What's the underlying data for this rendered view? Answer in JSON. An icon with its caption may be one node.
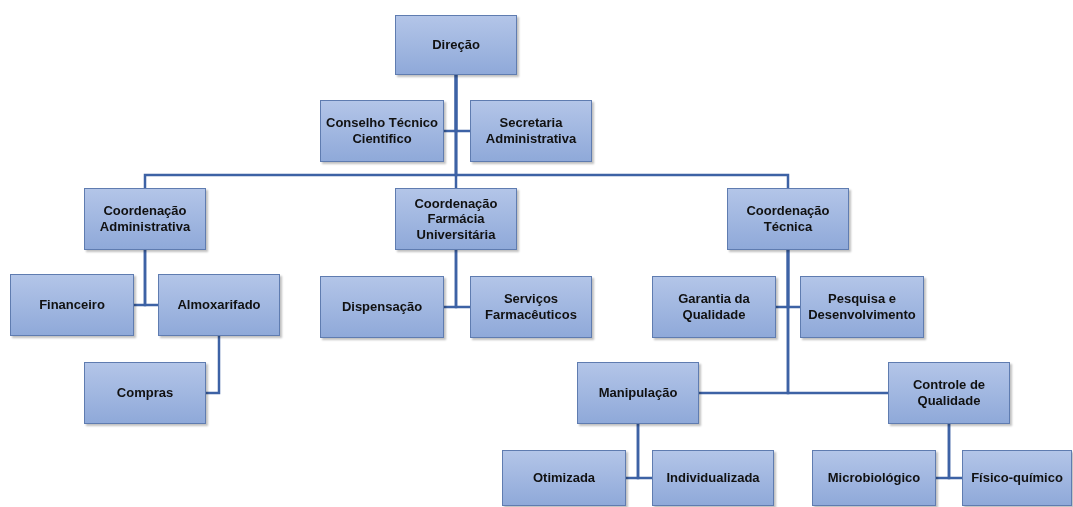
{
  "diagram": {
    "nodes": [
      {
        "text": [
          "Direção"
        ]
      },
      {
        "text": [
          "Conselho Técnico Cientifico"
        ]
      },
      {
        "text": [
          "Secretaria Administrativa"
        ]
      },
      {
        "text": [
          "Coordenação Administrativa"
        ]
      },
      {
        "text": [
          "Coordenação Farmácia Universitária"
        ]
      },
      {
        "text": [
          "Coordenação Técnica"
        ]
      },
      {
        "text": [
          "Financeiro"
        ]
      },
      {
        "text": [
          "Almoxarifado"
        ]
      },
      {
        "text": [
          "Dispensação"
        ]
      },
      {
        "text": [
          "Serviços Farmacêuticos"
        ]
      },
      {
        "text": [
          "Garantia da Qualidade"
        ]
      },
      {
        "text": [
          "Pesquisa e Desenvolvimento"
        ]
      },
      {
        "text": [
          "Compras"
        ]
      },
      {
        "text": [
          "Manipulação"
        ]
      },
      {
        "text": [
          "Controle de Qualidade"
        ]
      },
      {
        "text": [
          "Otimizada"
        ]
      },
      {
        "text": [
          "Individualizada"
        ]
      },
      {
        "text": [
          "Microbiológico"
        ]
      },
      {
        "text": [
          "Físico-químico"
        ]
      }
    ],
    "edges": [
      {
        "from": 0,
        "to": 1,
        "arrow": "none"
      },
      {
        "from": 0,
        "to": 2,
        "arrow": "none"
      },
      {
        "from": 0,
        "to": 3,
        "arrow": "none"
      },
      {
        "from": 0,
        "to": 4,
        "arrow": "none"
      },
      {
        "from": 0,
        "to": 5,
        "arrow": "none"
      },
      {
        "from": 3,
        "to": 6,
        "arrow": "none"
      },
      {
        "from": 3,
        "to": 7,
        "arrow": "none"
      },
      {
        "from": 7,
        "to": 12,
        "arrow": "none"
      },
      {
        "from": 4,
        "to": 8,
        "arrow": "none"
      },
      {
        "from": 4,
        "to": 9,
        "arrow": "none"
      },
      {
        "from": 5,
        "to": 10,
        "arrow": "none"
      },
      {
        "from": 5,
        "to": 11,
        "arrow": "none"
      },
      {
        "from": 5,
        "to": 13,
        "arrow": "none"
      },
      {
        "from": 5,
        "to": 14,
        "arrow": "none"
      },
      {
        "from": 13,
        "to": 15,
        "arrow": "none"
      },
      {
        "from": 13,
        "to": 16,
        "arrow": "none"
      },
      {
        "from": 14,
        "to": 17,
        "arrow": "none"
      },
      {
        "from": 14,
        "to": 18,
        "arrow": "none"
      }
    ]
  }
}
